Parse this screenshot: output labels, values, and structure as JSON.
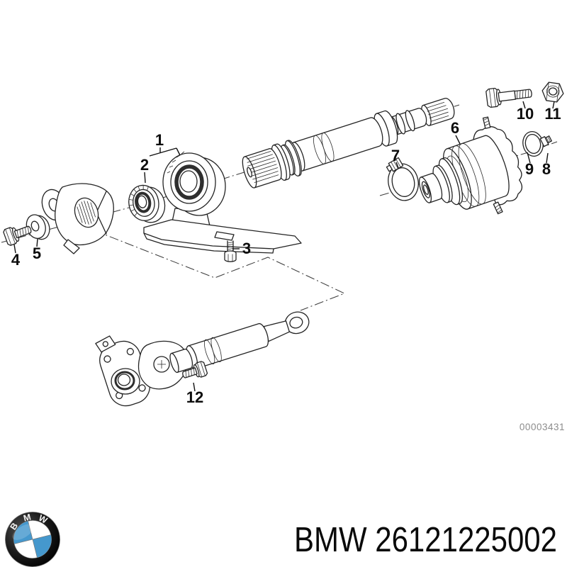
{
  "diagram": {
    "callouts": [
      {
        "n": "1"
      },
      {
        "n": "2"
      },
      {
        "n": "3"
      },
      {
        "n": "4"
      },
      {
        "n": "5"
      },
      {
        "n": "6"
      },
      {
        "n": "7"
      },
      {
        "n": "8"
      },
      {
        "n": "9"
      },
      {
        "n": "10"
      },
      {
        "n": "11"
      },
      {
        "n": "12"
      }
    ],
    "drawing_number": "00003431"
  },
  "footer": {
    "logo": {
      "letters": [
        "B",
        "M",
        "W"
      ],
      "blue": "#4598cd",
      "ring_color": "#151515"
    },
    "part_number_text": "BMW 26121225002"
  }
}
